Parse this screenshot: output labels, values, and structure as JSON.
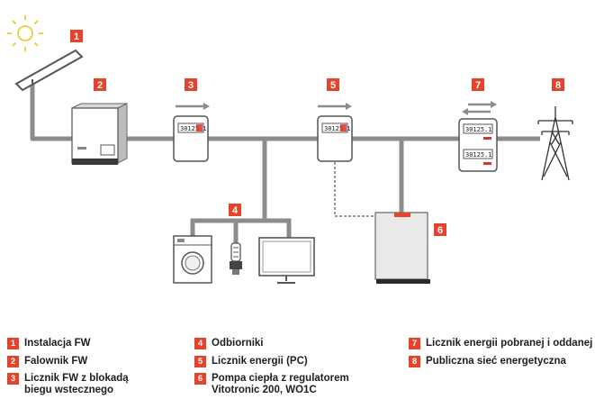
{
  "colors": {
    "badge": "#e4442b",
    "line": "#8c8c8c",
    "outline": "#555555",
    "sun": "#f0c419",
    "meter_red": "#d9332b"
  },
  "badges": [
    "1",
    "2",
    "3",
    "4",
    "5",
    "6",
    "7",
    "8"
  ],
  "meters": {
    "m3": "30125.1",
    "m5": "30125.1",
    "m7_top": "30125.1",
    "m7_bottom": "30125.1"
  },
  "legend": [
    {
      "num": "1",
      "label": "Instalacja FW"
    },
    {
      "num": "2",
      "label": "Falownik FW"
    },
    {
      "num": "3",
      "label": "Licznik FW z blokadą\nbiegu wstecznego"
    },
    {
      "num": "4",
      "label": "Odbiorniki"
    },
    {
      "num": "5",
      "label": "Licznik energii (PC)"
    },
    {
      "num": "6",
      "label": "Pompa ciepła z regulatorem\nVitotronic 200, WO1C"
    },
    {
      "num": "7",
      "label": "Licznik energii pobranej i oddanej"
    },
    {
      "num": "8",
      "label": "Publiczna sieć energetyczna"
    }
  ]
}
